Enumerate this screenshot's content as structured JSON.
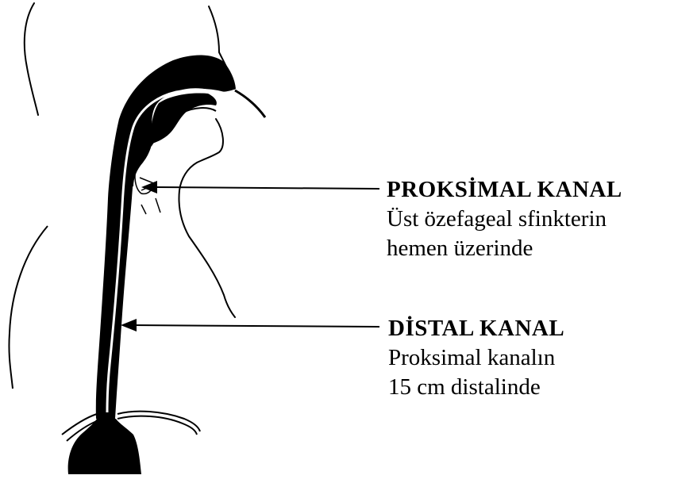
{
  "labels": {
    "proximal": {
      "title": "PROKSİMAL KANAL",
      "line1": "Üst özefageal sfinkterin",
      "line2": "hemen üzerinde"
    },
    "distal": {
      "title": "DİSTAL KANAL",
      "line1": "Proksimal kanalın",
      "line2": "15 cm distalinde"
    }
  },
  "colors": {
    "ink": "#000000",
    "background": "#ffffff"
  }
}
